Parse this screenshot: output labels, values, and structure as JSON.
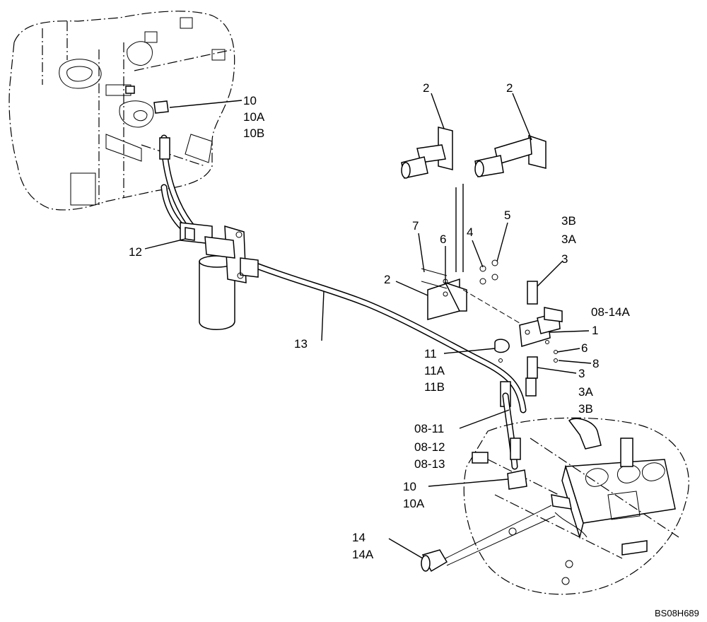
{
  "callouts": [
    {
      "id": "c10-top",
      "lines": [
        "10",
        "10A",
        "10B"
      ]
    },
    {
      "id": "c2-a",
      "lines": [
        "2"
      ]
    },
    {
      "id": "c2-b",
      "lines": [
        "2"
      ]
    },
    {
      "id": "c7",
      "lines": [
        "7"
      ]
    },
    {
      "id": "c6-top",
      "lines": [
        "6"
      ]
    },
    {
      "id": "c4",
      "lines": [
        "4"
      ]
    },
    {
      "id": "c5",
      "lines": [
        "5"
      ]
    },
    {
      "id": "c3-top",
      "lines": [
        "3B",
        "3A",
        "3"
      ]
    },
    {
      "id": "c12",
      "lines": [
        "12"
      ]
    },
    {
      "id": "c2-c",
      "lines": [
        "2"
      ]
    },
    {
      "id": "c08-14a",
      "lines": [
        "08-14A"
      ]
    },
    {
      "id": "c1",
      "lines": [
        "1"
      ]
    },
    {
      "id": "c13",
      "lines": [
        "13"
      ]
    },
    {
      "id": "c6-mid",
      "lines": [
        "6"
      ]
    },
    {
      "id": "c11",
      "lines": [
        "11",
        "11A",
        "11B"
      ]
    },
    {
      "id": "c8",
      "lines": [
        "8"
      ]
    },
    {
      "id": "c3-bot",
      "lines": [
        "3",
        "3A",
        "3B"
      ]
    },
    {
      "id": "c08-11",
      "lines": [
        "08-11",
        "08-12",
        "08-13"
      ]
    },
    {
      "id": "c10-bot",
      "lines": [
        "10",
        "10A"
      ]
    },
    {
      "id": "c14",
      "lines": [
        "14",
        "14A"
      ]
    }
  ],
  "drawing_code": "BS08H689"
}
